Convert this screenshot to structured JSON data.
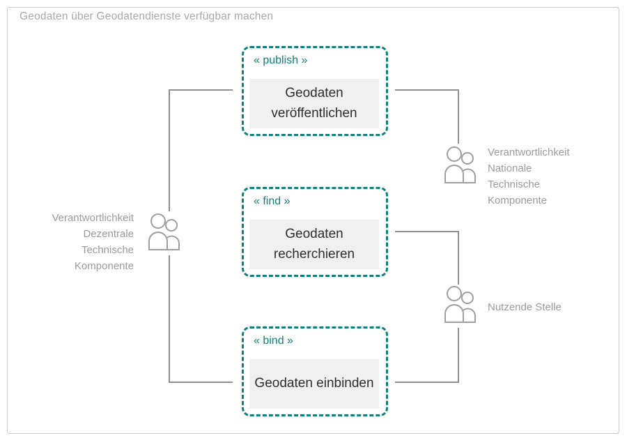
{
  "frame": {
    "title": "Geodaten über Geodatendienste verfügbar machen"
  },
  "colors": {
    "teal_accent": "#0e7f7c",
    "connector_gray": "#8f8f8f",
    "usecase_fill": "#f0f0f0",
    "usecase_text": "#2e2e2e",
    "muted_text": "#9b9b9b",
    "frame_border": "#c9c9c9"
  },
  "icons": {
    "actor": "two-people-icon"
  },
  "use_cases": [
    {
      "id": "publish",
      "stereotype": "« publish »",
      "label": "Geodaten veröffentlichen"
    },
    {
      "id": "find",
      "stereotype": "« find »",
      "label": "Geodaten recherchieren"
    },
    {
      "id": "bind",
      "stereotype": "« bind »",
      "label": "Geodaten einbinden"
    }
  ],
  "actors": [
    {
      "id": "dezentrale",
      "side": "left",
      "lines": [
        "Verantwortlichkeit",
        "Dezentrale",
        "Technische",
        "Komponente"
      ]
    },
    {
      "id": "nationale",
      "side": "right",
      "lines": [
        "Verantwortlichkeit",
        "Nationale",
        "Technische",
        "Komponente"
      ]
    },
    {
      "id": "nutzende",
      "side": "right",
      "lines": [
        "Nutzende Stelle"
      ]
    }
  ]
}
